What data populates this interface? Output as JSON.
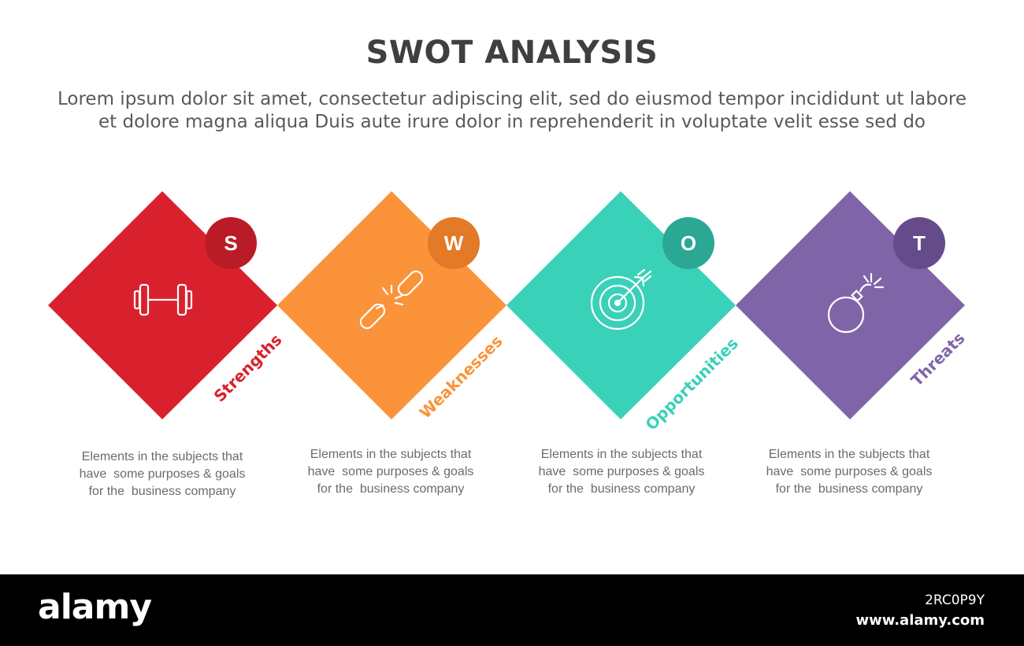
{
  "title": "SWOT ANALYSIS",
  "subtitle": {
    "line1": "Lorem ipsum dolor sit amet, consectetur adipiscing elit, sed do eiusmod tempor incididunt ut labore",
    "line2": "et dolore magna aliqua Duis aute irure dolor in reprehenderit in voluptate velit esse sed do"
  },
  "items": [
    {
      "letter": "S",
      "label": "Strengths",
      "icon": "dumbbell-icon",
      "color": "#d9212d",
      "badge_color": "#b91c26",
      "desc": [
        "Elements in the subjects that",
        "have  some purposes & goals",
        "for the  business company"
      ]
    },
    {
      "letter": "W",
      "label": "Weaknesses",
      "icon": "broken-chain-icon",
      "color": "#fb933a",
      "badge_color": "#e27a28",
      "desc": [
        "Elements in the subjects that",
        "have  some purposes & goals",
        "for the  business company"
      ]
    },
    {
      "letter": "O",
      "label": "Opportunities",
      "icon": "target-arrow-icon",
      "color": "#39d1b8",
      "badge_color": "#2aa893",
      "desc": [
        "Elements in the subjects that",
        "have  some purposes & goals",
        "for the  business company"
      ]
    },
    {
      "letter": "T",
      "label": "Threats",
      "icon": "bomb-icon",
      "color": "#8064a8",
      "badge_color": "#654b8a",
      "desc": [
        "Elements in the subjects that",
        "have  some purposes & goals",
        "for the  business company"
      ]
    }
  ],
  "footer": {
    "logo": "alamy",
    "image_id": "2RC0P9Y",
    "url": "www.alamy.com"
  }
}
